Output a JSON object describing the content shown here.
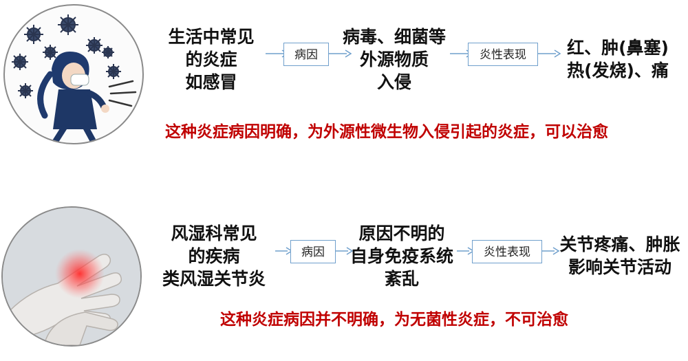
{
  "rows": [
    {
      "left": [
        "生活中常见",
        "的炎症",
        "如感冒"
      ],
      "cause_label": "病因",
      "middle": [
        "病毒、细菌等",
        "外源物质",
        "入侵"
      ],
      "effect_label": "炎性表现",
      "right": [
        "红、肿(鼻塞)",
        "热(发烧)、痛"
      ],
      "conclusion": "这种炎症病因明确，为外源性微生物入侵引起的炎症，可以治愈"
    },
    {
      "left": [
        "风湿科常见",
        "的疾病",
        "类风湿关节炎"
      ],
      "cause_label": "病因",
      "middle": [
        "原因不明的",
        "自身免疫系统",
        "紊乱"
      ],
      "effect_label": "炎性表现",
      "right": [
        "关节疼痛、肿胀",
        "影响关节活动"
      ],
      "conclusion": "这种炎症病因并不明确，为无菌性炎症，不可治愈"
    }
  ],
  "colors": {
    "conclusion": "#c00000",
    "box_border": "#6f9fcc",
    "arrow": "#6f9fcc"
  },
  "icons": [
    "cold-patient-with-viruses-illustration",
    "inflamed-hand-joint-illustration"
  ]
}
